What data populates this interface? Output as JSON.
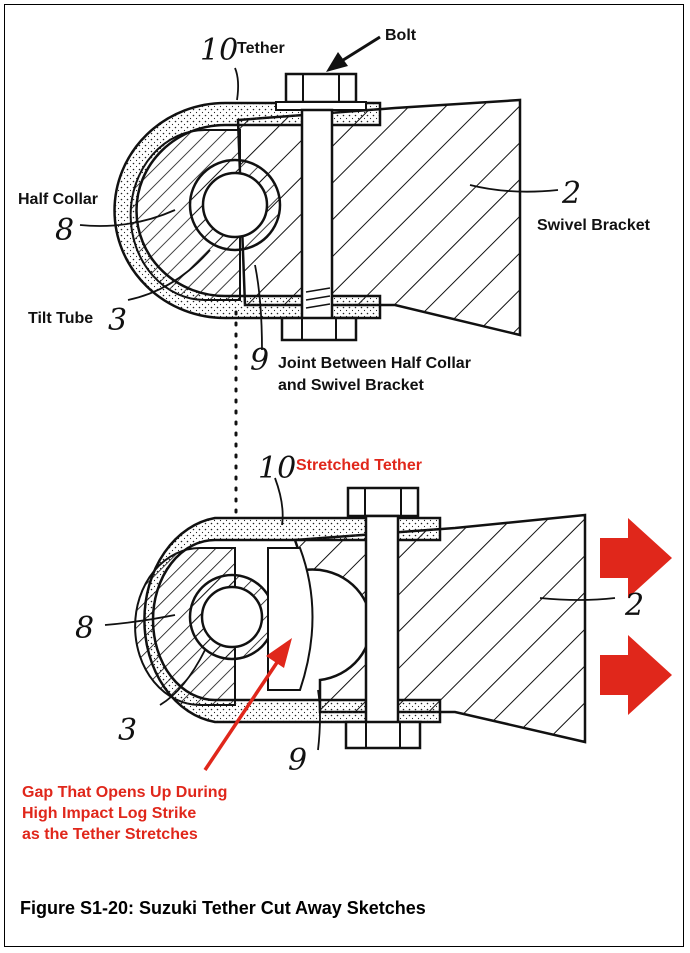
{
  "top_view": {
    "label_tether": "Tether",
    "label_bolt": "Bolt",
    "label_half_collar": "Half Collar",
    "label_swivel_bracket": "Swivel Bracket",
    "label_tilt_tube": "Tilt Tube",
    "label_joint_line1": "Joint Between Half Collar",
    "label_joint_line2": "and Swivel Bracket",
    "num_tether": "10",
    "num_collar": "8",
    "num_bracket": "2",
    "num_tube": "3",
    "num_joint": "9"
  },
  "bottom_view": {
    "label_stretched": "Stretched Tether",
    "label_gap_line1": "Gap That Opens Up During",
    "label_gap_line2": "High Impact Log Strike",
    "label_gap_line3": "as the Tether Stretches",
    "num_tether": "10",
    "num_collar": "8",
    "num_bracket": "2",
    "num_tube": "3",
    "num_joint": "9"
  },
  "caption": "Figure S1-20: Suzuki Tether Cut Away Sketches",
  "colors": {
    "highlight_red": "#e0271b",
    "ink": "#111111"
  }
}
